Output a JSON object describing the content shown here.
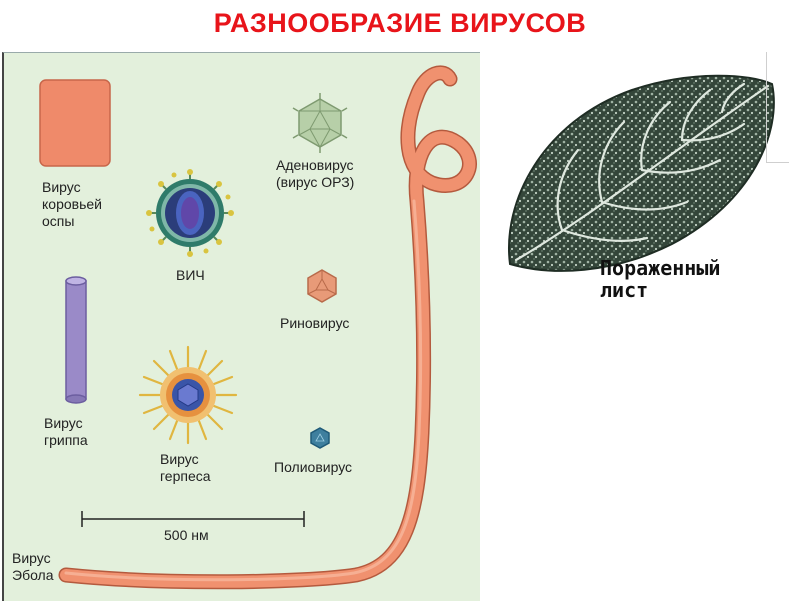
{
  "title": "РАЗНООБРАЗИЕ ВИРУСОВ",
  "labels": {
    "smallpox": "Вирус\nкоровьей\nоспы",
    "hiv": "ВИЧ",
    "adenovirus": "Аденовирус\n(вирус ОРЗ)",
    "rhinovirus": "Риновирус",
    "influenza": "Вирус\nгриппа",
    "herpes": "Вирус\nгерпеса",
    "poliovirus": "Полиовирус",
    "scale": "500 нм",
    "ebola": "Вирус\nЭбола"
  },
  "leaf_caption": "Пораженный\nлист",
  "colors": {
    "title": "#e8141a",
    "panel_bg": "#e3f0dc",
    "salmon": "#ef8a6a",
    "influenza": "#9a8ac8",
    "hiv_outer": "#2f7b6a",
    "hiv_core": "#3d4fa0",
    "herpes_spikes": "#e0b640",
    "adeno": "#b7cfa8",
    "polio": "#3e7f9e",
    "leaf_dark": "#2e3f33",
    "leaf_light": "#b8c8bb"
  }
}
